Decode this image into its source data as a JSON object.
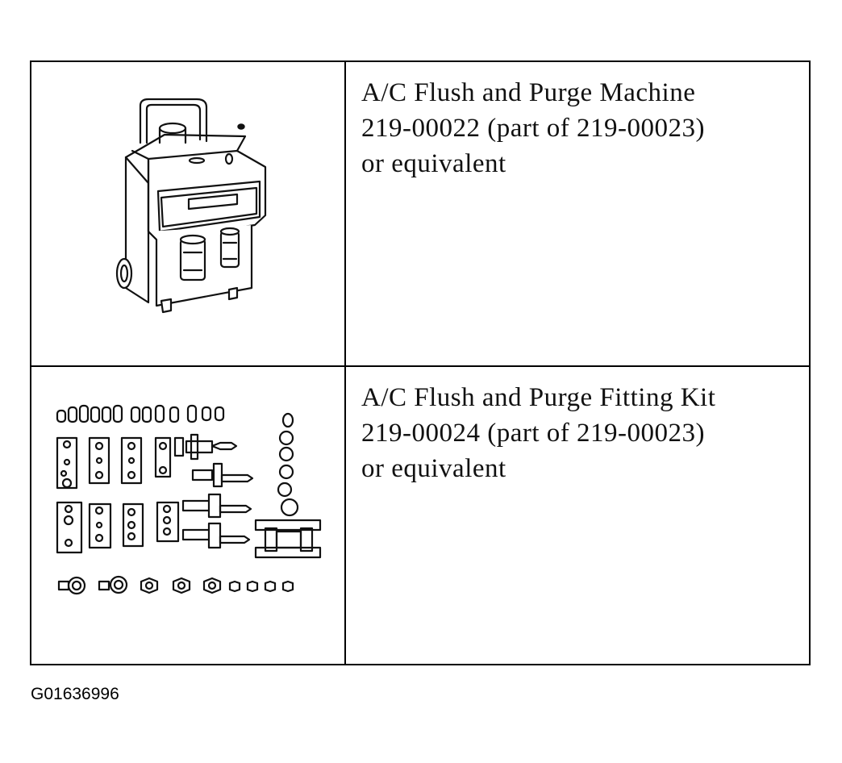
{
  "rows": [
    {
      "title": "A/C Flush and Purge Machine",
      "part": "219-00022 (part of 219-00023)",
      "note": "or equivalent",
      "illustration": "flush-purge-machine"
    },
    {
      "title": "A/C Flush and Purge Fitting Kit",
      "part": "219-00024 (part of 219-00023)",
      "note": "or equivalent",
      "illustration": "fitting-kit"
    }
  ],
  "figure_code": "G01636996"
}
